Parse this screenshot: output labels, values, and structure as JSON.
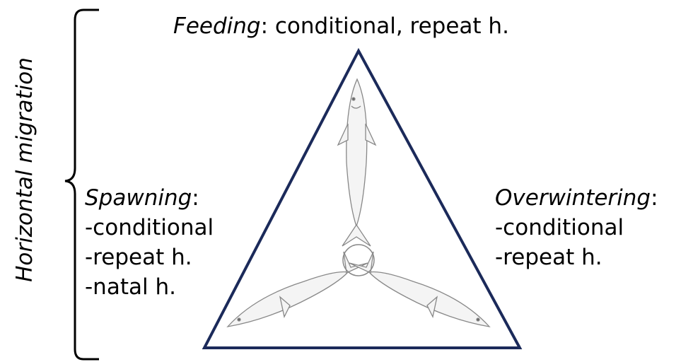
{
  "axis_label": "Horizontal migration",
  "feeding": {
    "term": "Feeding",
    "rest": ": conditional, repeat h."
  },
  "spawning": {
    "term": "Spawning",
    "colon": ":",
    "items": [
      "-conditional",
      "-repeat h.",
      "-natal h."
    ]
  },
  "overwintering": {
    "term": "Overwintering",
    "colon": ":",
    "items": [
      "-conditional",
      "-repeat h."
    ]
  },
  "colors": {
    "triangle": "#1b2a5a",
    "text": "#000000",
    "fish_outline": "#888888"
  }
}
